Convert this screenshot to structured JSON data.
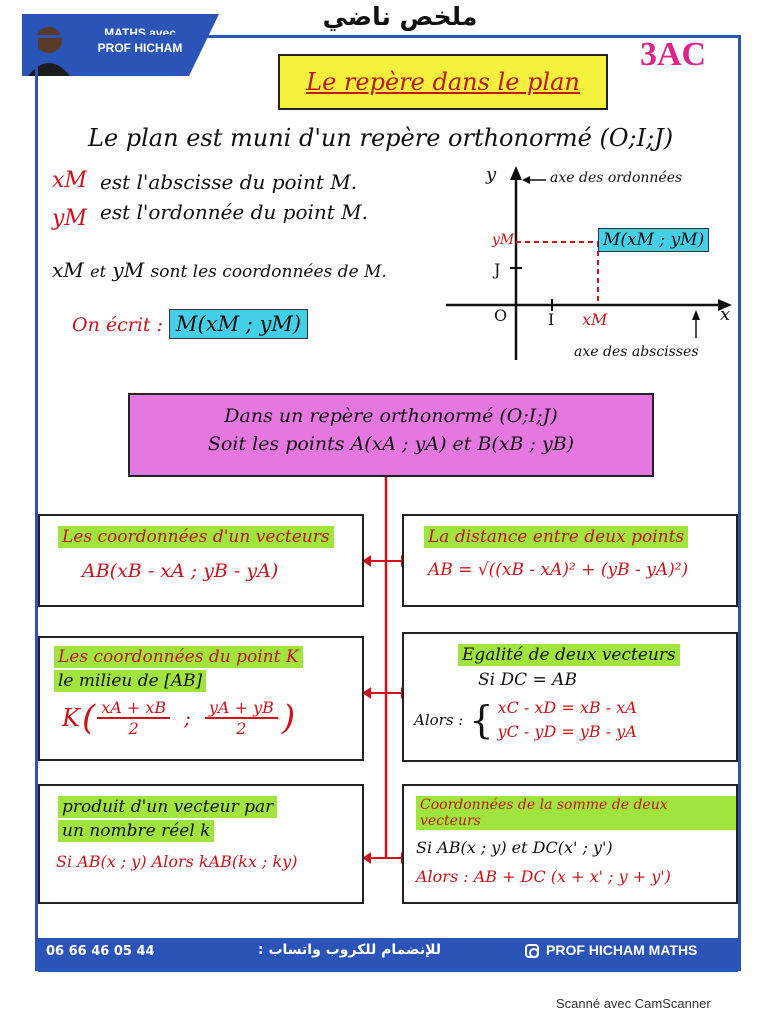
{
  "header": {
    "arabic_title": "ملخص ناضي",
    "badge_lines": [
      "MATHS avec",
      "PROF HICHAM"
    ],
    "level": "3AC",
    "title": "Le repère dans le plan"
  },
  "intro": {
    "line1": "Le plan est muni d'un repère orthonormé (O;I;J)",
    "xm_symbol": "xM",
    "xm_text": "est l'abscisse du point M.",
    "ym_symbol": "yM",
    "ym_text": "est l'ordonnée du point M.",
    "coords_line_sym1": "xM",
    "coords_line_mid": "et",
    "coords_line_sym2": "yM",
    "coords_line_text": "sont les coordonnées de M.",
    "on_ecrit": "On écrit :",
    "notation": "M(xM ; yM)"
  },
  "axes": {
    "y_letter": "y",
    "y_axis_label": "axe des ordonnées",
    "x_letter": "x",
    "x_axis_label": "axe des abscisses",
    "origin": "O",
    "i_label": "I",
    "j_label": "J",
    "xm_label": "xM",
    "ym_label": "yM",
    "point_label": "M(xM ; yM)"
  },
  "center_box": {
    "line1": "Dans un repère orthonormé (O;I;J)",
    "line2": "Soit les points A(xA ; yA) et B(xB ; yB)"
  },
  "boxes": {
    "vector_coords": {
      "heading": "Les coordonnées d'un vecteurs",
      "formula": "AB(xB - xA ; yB - yA)"
    },
    "distance": {
      "heading": "La distance entre deux points",
      "formula": "AB = √((xB - xA)² + (yB - yA)²)"
    },
    "midpoint": {
      "heading": "Les coordonnées du point K",
      "sub": "le milieu de [AB]",
      "formula_k": "K",
      "num1": "xA + xB",
      "num2": "yA + yB",
      "den": "2"
    },
    "equality": {
      "heading": "Egalité de deux vecteurs",
      "cond": "Si  DC = AB",
      "alors": "Alors :",
      "eq1": "xC - xD = xB - xA",
      "eq2": "yC - yD = yB - yA"
    },
    "scalar": {
      "heading1": "produit d'un vecteur par",
      "heading2": "un nombre réel k",
      "formula": "Si  AB(x ; y)  Alors kAB(kx ; ky)"
    },
    "sum": {
      "heading": "Coordonnées de la somme de deux vecteurs",
      "cond": "Si  AB(x ; y)  et  DC(x' ; y')",
      "result": "Alors :  AB + DC  (x + x' ; y + y')"
    }
  },
  "footer": {
    "phone": "06 66 46 05 44",
    "promo": "للإنضمام للكروب واتساب :",
    "social": "PROF HICHAM MATHS"
  },
  "watermark": "Scanné avec CamScanner",
  "colors": {
    "frame": "#2b54b8",
    "title_bg": "#f6f13d",
    "accent_red": "#d0131a",
    "cyan_highlight": "#43cfe8",
    "magenta_box": "#e676e0",
    "green_highlight": "#9fe53d",
    "level_color": "#e0218a"
  }
}
